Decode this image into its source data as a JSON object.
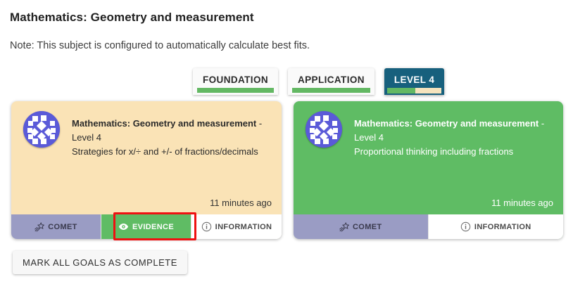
{
  "page": {
    "title": "Mathematics: Geometry and measurement",
    "note": "Note: This subject is configured to automatically calculate best fits."
  },
  "tabs": [
    {
      "label": "FOUNDATION",
      "selected": false,
      "progress_green_pct": 100
    },
    {
      "label": "APPLICATION",
      "selected": false,
      "progress_green_pct": 100
    },
    {
      "label": "LEVEL 4",
      "selected": true,
      "progress_green_pct": 52
    }
  ],
  "cards": [
    {
      "id": "goal-card-strategies",
      "icon": "math-pattern-icon",
      "title": "Mathematics: Geometry and measurement",
      "level": " - Level 4",
      "description": "Strategies for x/÷ and +/- of fractions/decimals",
      "timestamp": "11 minutes ago",
      "background_color": "#fae3b6",
      "buttons": [
        {
          "label": "COMET",
          "icon": "comet-icon",
          "style": "comet"
        },
        {
          "label": "EVIDENCE",
          "icon": "eye-icon",
          "style": "evidence",
          "highlighted": true
        },
        {
          "label": "INFORMATION",
          "icon": "info-circle-icon",
          "style": "plain"
        }
      ]
    },
    {
      "id": "goal-card-proportional",
      "icon": "math-pattern-icon",
      "title": "Mathematics: Geometry and measurement",
      "level": " - Level 4",
      "description": "Proportional thinking including fractions",
      "timestamp": "11 minutes ago",
      "background_color": "#5fbc64",
      "buttons": [
        {
          "label": "COMET",
          "icon": "comet-icon",
          "style": "comet"
        },
        {
          "label": "INFORMATION",
          "icon": "info-circle-icon",
          "style": "plain"
        }
      ]
    }
  ],
  "footer": {
    "mark_all_label": "MARK ALL GOALS AS COMPLETE"
  },
  "colors": {
    "selected_tab": "#17607d",
    "progress_green": "#63b863",
    "progress_tan": "#f5e3bd",
    "comet_purple": "#9a9cc4",
    "evidence_green": "#5fbc64",
    "highlight_red": "#ee1111",
    "card_tan": "#fae3b6",
    "card_green": "#5fbc64"
  }
}
